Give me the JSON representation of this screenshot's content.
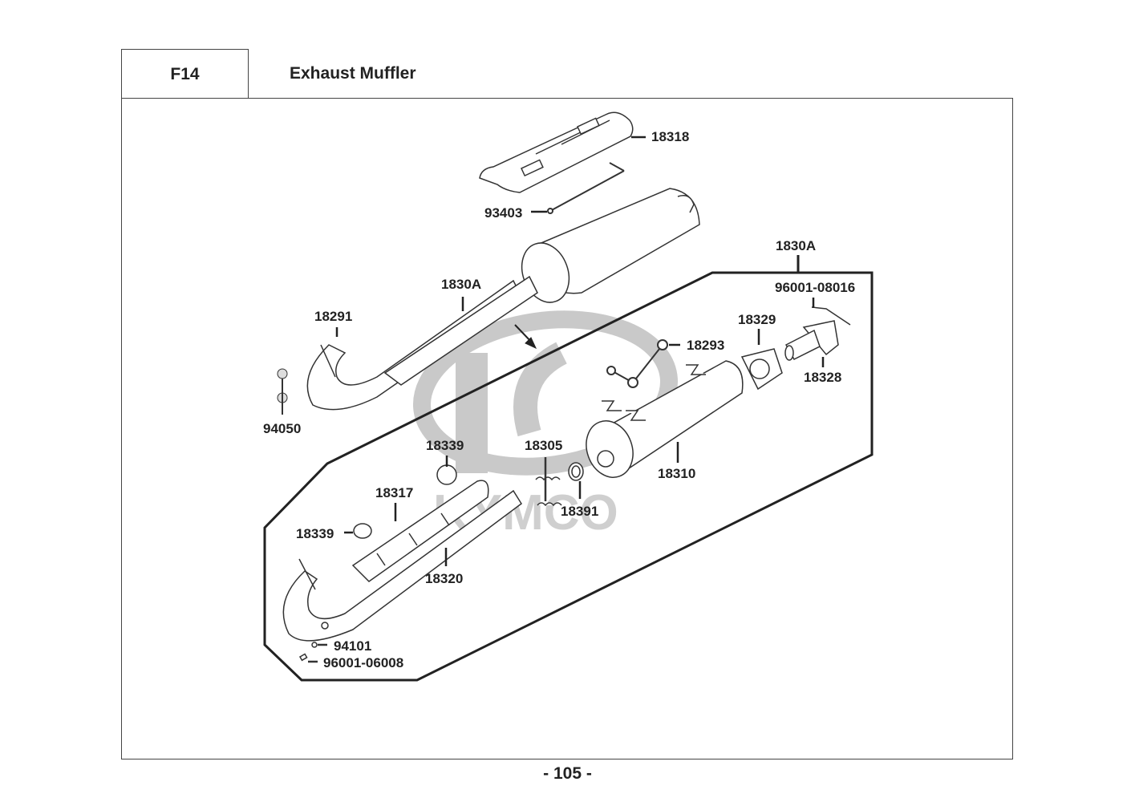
{
  "header": {
    "section_code": "F14",
    "title": "Exhaust Muffler"
  },
  "footer": {
    "page_number": "- 105 -"
  },
  "watermark": {
    "brand": "KYMCO",
    "color": "#c8c8c8"
  },
  "diagram": {
    "part_labels": [
      {
        "id": "18318",
        "text": "18318"
      },
      {
        "id": "93403",
        "text": "93403"
      },
      {
        "id": "1830A-assembled",
        "text": "1830A"
      },
      {
        "id": "18291",
        "text": "18291"
      },
      {
        "id": "94050",
        "text": "94050"
      },
      {
        "id": "1830A-exploded",
        "text": "1830A"
      },
      {
        "id": "96001-08016",
        "text": "96001-08016"
      },
      {
        "id": "18329",
        "text": "18329"
      },
      {
        "id": "18328",
        "text": "18328"
      },
      {
        "id": "18293",
        "text": "18293"
      },
      {
        "id": "18310",
        "text": "18310"
      },
      {
        "id": "18339-top",
        "text": "18339"
      },
      {
        "id": "18305",
        "text": "18305"
      },
      {
        "id": "18391",
        "text": "18391"
      },
      {
        "id": "18317",
        "text": "18317"
      },
      {
        "id": "18339-left",
        "text": "18339"
      },
      {
        "id": "18320",
        "text": "18320"
      },
      {
        "id": "94101",
        "text": "94101"
      },
      {
        "id": "96001-06008",
        "text": "96001-06008"
      }
    ]
  }
}
